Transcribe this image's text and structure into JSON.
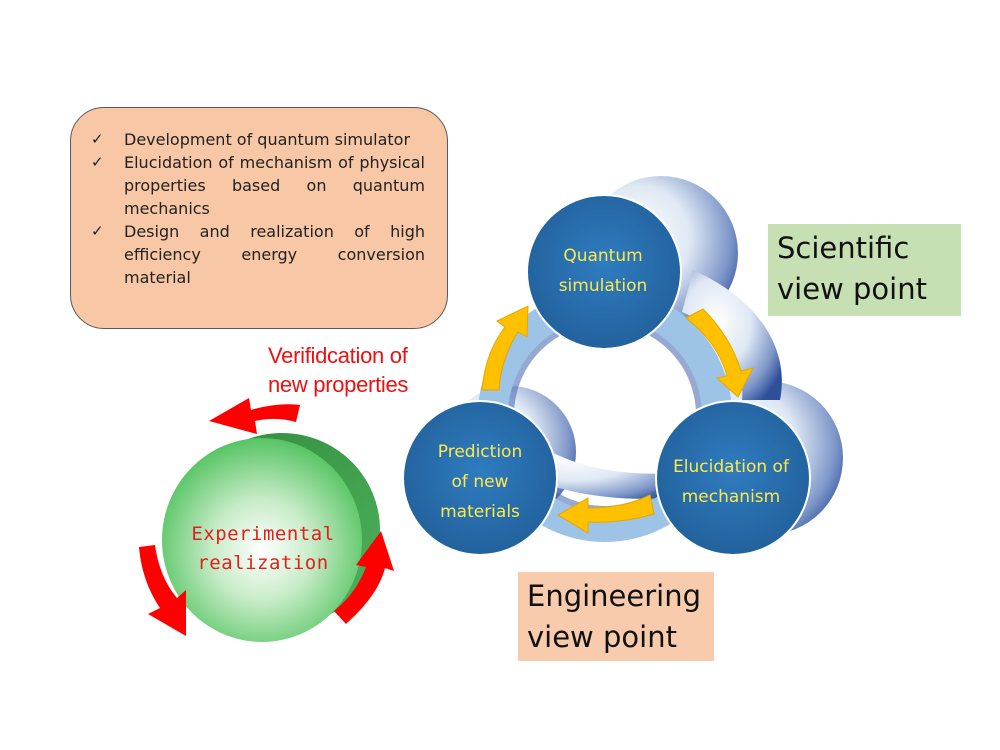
{
  "goals": [
    "Development of quantum simulator",
    "Elucidation of mechanism of physical properties based on quantum mechanics",
    "Design and realization of high efficiency energy conversion material"
  ],
  "goal_marker": "✓",
  "nodes": {
    "quantum": [
      "Quantum",
      "simulation"
    ],
    "prediction": [
      "Prediction",
      "of new",
      "materials"
    ],
    "elucidation": [
      "Elucidation of",
      "mechanism"
    ],
    "experimental": [
      "Experimental",
      "realization"
    ]
  },
  "labels": {
    "scientific": [
      "Scientific",
      "view point"
    ],
    "engineering": [
      "Engineering",
      "view point"
    ],
    "verification": [
      "Verifidcation of",
      "new properties"
    ]
  },
  "colors": {
    "node_blue": "#2e75b6",
    "node_text": "#ffe94a",
    "cycle_arrow": "#ffc000",
    "ring": "#9dc3e6",
    "experiment_green": "#70ad47",
    "red_arrow": "#ff0000",
    "goals_fill": "#f8c7a6",
    "scientific_fill": "#c6e0b4",
    "engineering_fill": "#f8cbad"
  }
}
